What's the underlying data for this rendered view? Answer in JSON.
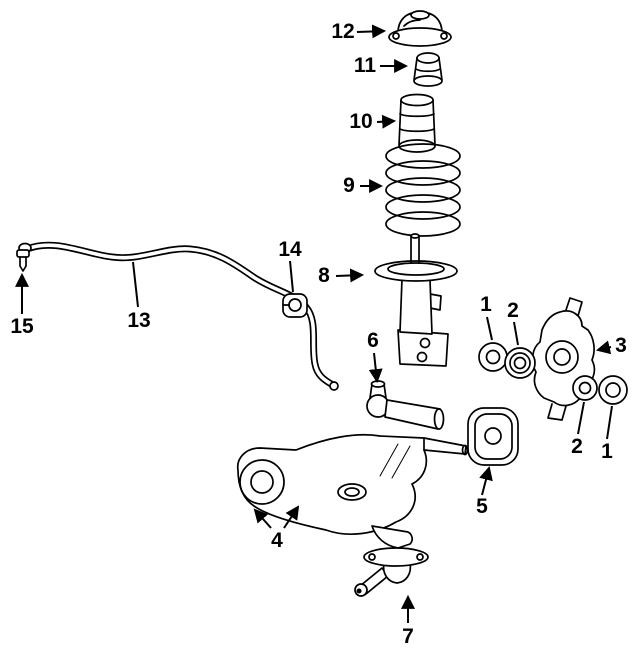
{
  "figure": {
    "colors": {
      "background": "#ffffff",
      "line": "#000000"
    },
    "callouts": [
      {
        "label": "12"
      },
      {
        "label": "11"
      },
      {
        "label": "10"
      },
      {
        "label": "9"
      },
      {
        "label": "8"
      },
      {
        "label": "1"
      },
      {
        "label": "2"
      },
      {
        "label": "3"
      },
      {
        "label": "2"
      },
      {
        "label": "1"
      },
      {
        "label": "14"
      },
      {
        "label": "13"
      },
      {
        "label": "15"
      },
      {
        "label": "6"
      },
      {
        "label": "5"
      },
      {
        "label": "4"
      },
      {
        "label": "7"
      }
    ]
  }
}
